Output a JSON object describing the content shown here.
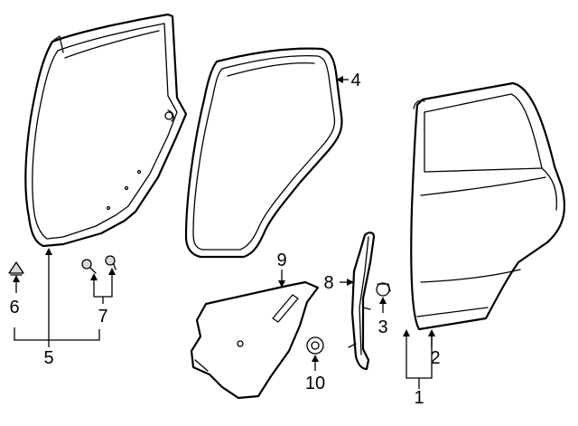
{
  "callouts": {
    "c1": "1",
    "c2": "2",
    "c3": "3",
    "c4": "4",
    "c5": "5",
    "c6": "6",
    "c7": "7",
    "c8": "8",
    "c9": "9",
    "c10": "10"
  },
  "colors": {
    "line": "#000000",
    "background": "#ffffff",
    "panel_shade": "#d9d9d9"
  }
}
